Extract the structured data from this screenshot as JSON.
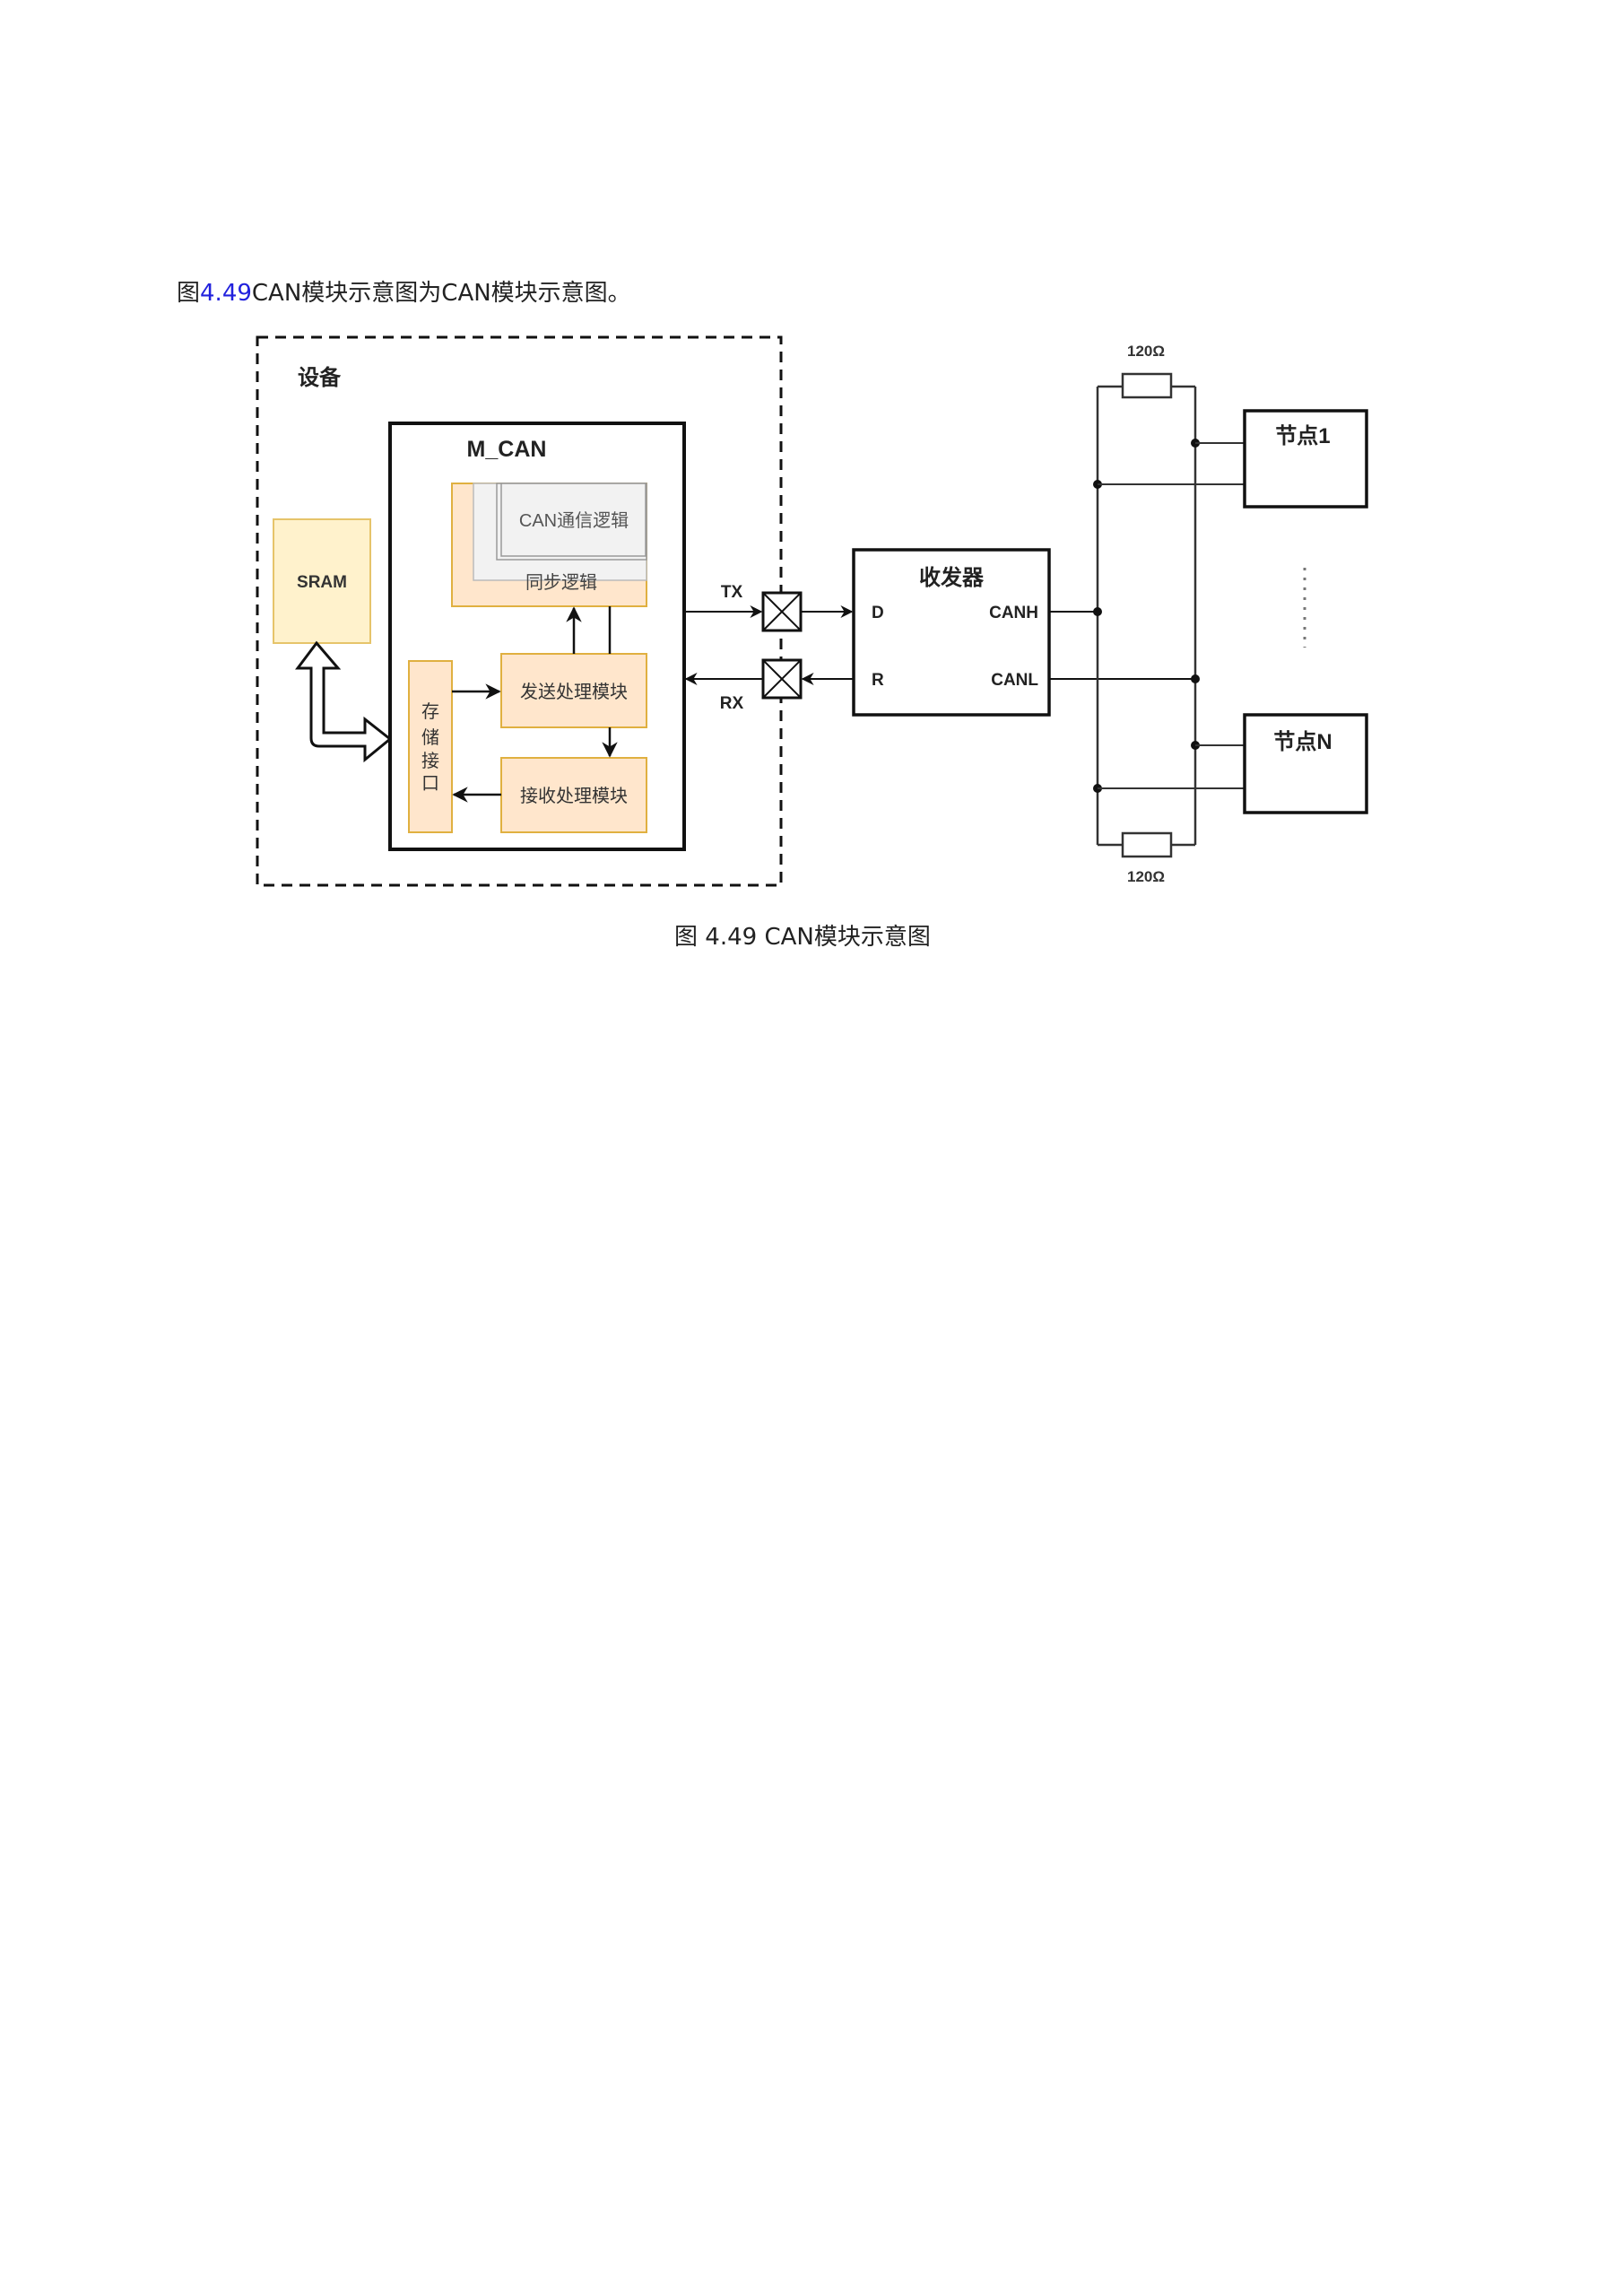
{
  "intro": {
    "prefix": "图",
    "ref_number": "4.49",
    "text": "CAN模块示意图为CAN模块示意图。"
  },
  "diagram": {
    "device_label": "设备",
    "mcan_label": "M_CAN",
    "sram_label": "SRAM",
    "can_comm_logic_label": "CAN通信逻辑",
    "sync_logic_label": "同步逻辑",
    "tx_process_label": "发送处理模块",
    "rx_process_label": "接收处理模块",
    "storage_interface_label": [
      "存",
      "储",
      "接",
      "口"
    ],
    "tx_label": "TX",
    "rx_label": "RX",
    "transceiver": {
      "title": "收发器",
      "pin_d": "D",
      "pin_r": "R",
      "pin_canh": "CANH",
      "pin_canl": "CANL"
    },
    "termination_top": "120Ω",
    "termination_bottom": "120Ω",
    "node1_label": "节点1",
    "nodeN_label": "节点N",
    "colors": {
      "orange_fill": "#ffe6cc",
      "orange_stroke": "#e0b040",
      "sram_fill": "#fff2cc",
      "sram_stroke": "#e6c46a",
      "gray_fill": "#f2f2f2",
      "gray_stroke": "#999999",
      "line": "#111111"
    }
  },
  "caption": {
    "prefix": "图",
    "number": "4.49",
    "title": "CAN模块示意图"
  }
}
